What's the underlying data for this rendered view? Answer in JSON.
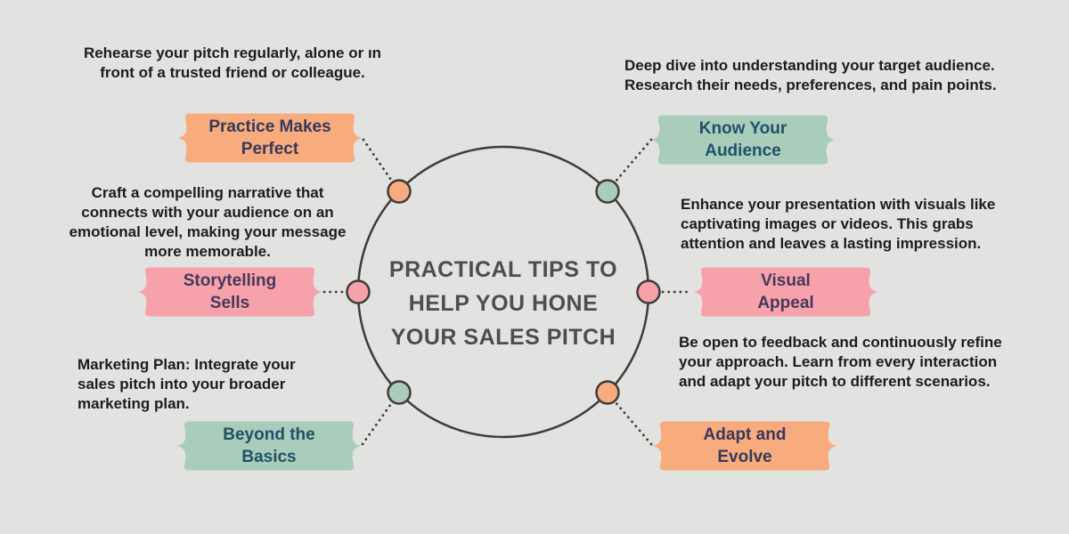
{
  "colors": {
    "bg": "#e2e3e1",
    "orange": "#f8ab7d",
    "green": "#a9ccbb",
    "pink": "#f7a2ab",
    "navy": "#36395a",
    "teal": "#1e5266",
    "purple": "#43395c",
    "ink": "#1c1c1a",
    "line": "#3d3d3b",
    "title": "#4d4d4b"
  },
  "center": {
    "title": "PRACTICAL TIPS TO\nHELP YOU HONE\nYOUR SALES PITCH"
  },
  "nodes": [
    {
      "id": "practice",
      "label": "Practice Makes\nPerfect",
      "color": "orange",
      "description": "Rehearse your pitch regularly, alone or ın\nfront of a trusted friend or colleague."
    },
    {
      "id": "know",
      "label": "Know Your\nAudience",
      "color": "green",
      "description": "Deep dive into understanding your target audience.\nResearch their needs, preferences, and pain points."
    },
    {
      "id": "story",
      "label": "Storytelling\nSells",
      "color": "pink",
      "description": "Craft a compelling narrative that\nconnects with your audience on an\nemotional level, making your message\nmore memorable."
    },
    {
      "id": "visual",
      "label": "Visual\nAppeal",
      "color": "pink",
      "description": "Enhance your presentation with visuals like\ncaptivating images or videos. This grabs\nattention and leaves a lasting impression."
    },
    {
      "id": "beyond",
      "label": "Beyond the\nBasics",
      "color": "green",
      "description": "Marketing Plan: Integrate your\nsales pitch into your broader\nmarketing plan."
    },
    {
      "id": "adapt",
      "label": "Adapt and\nEvolve",
      "color": "orange",
      "description": "Be open to feedback and continuously refine\nyour approach. Learn from every interaction\nand adapt your pitch to different scenarios."
    }
  ]
}
